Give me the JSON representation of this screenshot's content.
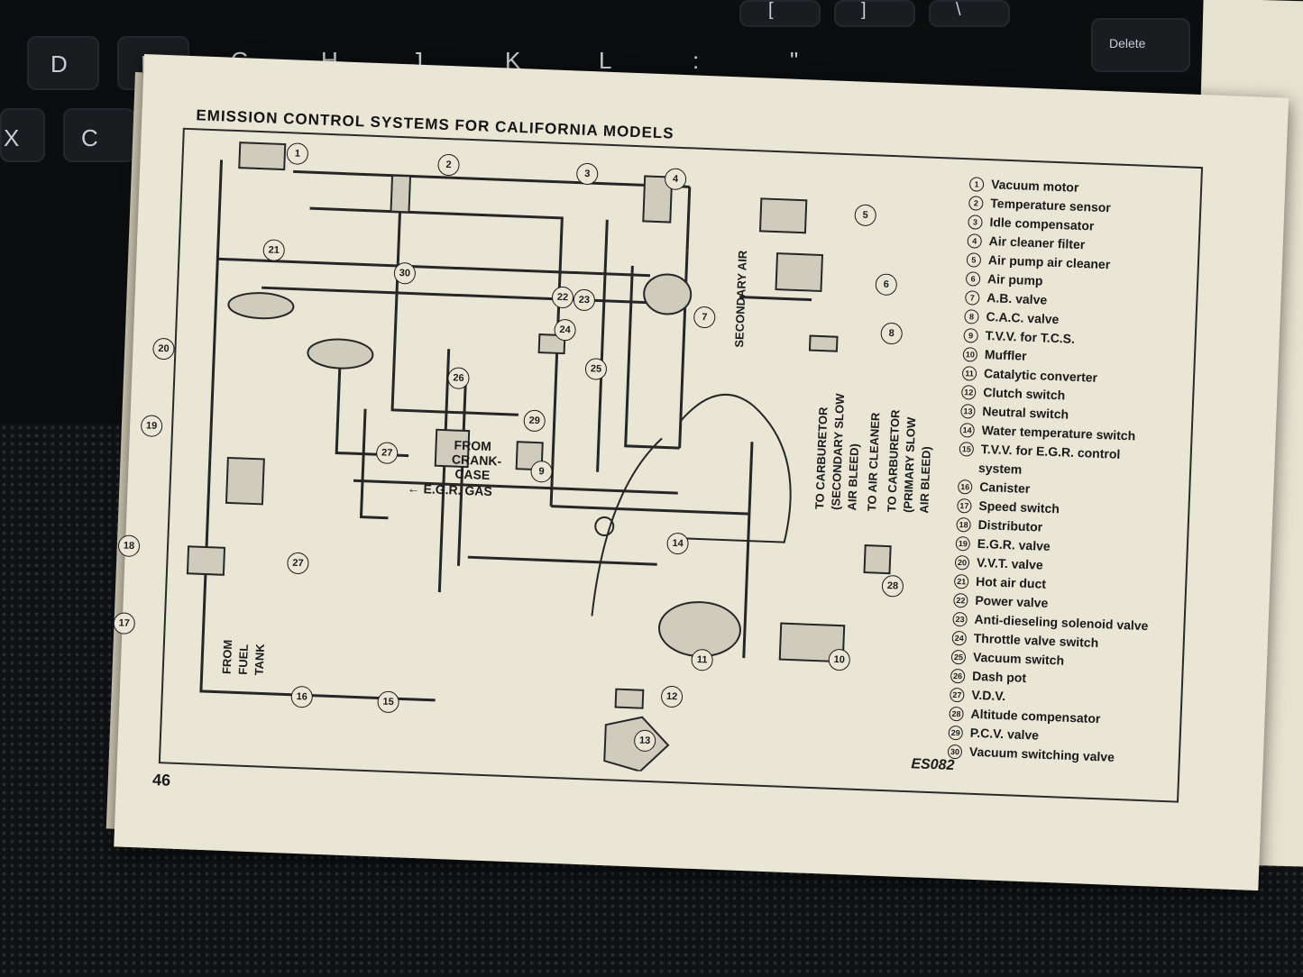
{
  "keyboard": {
    "keys": [
      "D",
      "F",
      "G",
      "H",
      "J",
      "K",
      "L",
      ":",
      "\"",
      "X",
      "C",
      "[",
      "]",
      "\\",
      "Delete"
    ]
  },
  "page": {
    "title": "EMISSION CONTROL SYSTEMS FOR CALIFORNIA MODELS",
    "page_number": "46",
    "figure_code": "ES082"
  },
  "legend": [
    {
      "num": "1",
      "text": "Vacuum motor"
    },
    {
      "num": "2",
      "text": "Temperature sensor"
    },
    {
      "num": "3",
      "text": "Idle compensator"
    },
    {
      "num": "4",
      "text": "Air cleaner filter"
    },
    {
      "num": "5",
      "text": "Air pump air cleaner"
    },
    {
      "num": "6",
      "text": "Air pump"
    },
    {
      "num": "7",
      "text": "A.B. valve"
    },
    {
      "num": "8",
      "text": "C.A.C. valve"
    },
    {
      "num": "9",
      "text": "T.V.V. for T.C.S."
    },
    {
      "num": "10",
      "text": "Muffler"
    },
    {
      "num": "11",
      "text": "Catalytic converter"
    },
    {
      "num": "12",
      "text": "Clutch switch"
    },
    {
      "num": "13",
      "text": "Neutral switch"
    },
    {
      "num": "14",
      "text": "Water temperature switch"
    },
    {
      "num": "15",
      "text": "T.V.V. for E.G.R. control"
    },
    {
      "num": "",
      "text": "system"
    },
    {
      "num": "16",
      "text": "Canister"
    },
    {
      "num": "17",
      "text": "Speed switch"
    },
    {
      "num": "18",
      "text": "Distributor"
    },
    {
      "num": "19",
      "text": "E.G.R. valve"
    },
    {
      "num": "20",
      "text": "V.V.T. valve"
    },
    {
      "num": "21",
      "text": "Hot air duct"
    },
    {
      "num": "22",
      "text": "Power valve"
    },
    {
      "num": "23",
      "text": "Anti-dieseling solenoid valve"
    },
    {
      "num": "24",
      "text": "Throttle valve switch"
    },
    {
      "num": "25",
      "text": "Vacuum switch"
    },
    {
      "num": "26",
      "text": "Dash pot"
    },
    {
      "num": "27",
      "text": "V.D.V."
    },
    {
      "num": "28",
      "text": "Altitude compensator"
    },
    {
      "num": "29",
      "text": "P.C.V. valve"
    },
    {
      "num": "30",
      "text": "Vacuum switching valve"
    }
  ],
  "diagram_labels": {
    "from_crankcase_1": "FROM",
    "from_crankcase_2": "CRANK-",
    "from_crankcase_3": "CASE",
    "egr_gas": "← E.G.R. GAS",
    "from_fuel_tank_1": "FROM",
    "from_fuel_tank_2": "FUEL",
    "from_fuel_tank_3": "TANK",
    "secondary_air": "SECONDARY AIR",
    "to_carb_secondary_1": "TO CARBURETOR",
    "to_carb_secondary_2": "(SECONDARY SLOW",
    "to_carb_secondary_3": "AIR BLEED)",
    "to_air_cleaner": "TO AIR CLEANER",
    "to_carb_primary_1": "TO CARBURETOR",
    "to_carb_primary_2": "(PRIMARY SLOW",
    "to_carb_primary_3": "AIR BLEED)"
  },
  "callouts": [
    "1",
    "2",
    "3",
    "4",
    "5",
    "6",
    "7",
    "8",
    "9",
    "10",
    "11",
    "12",
    "13",
    "14",
    "15",
    "16",
    "17",
    "18",
    "19",
    "20",
    "21",
    "22",
    "23",
    "24",
    "25",
    "26",
    "27",
    "28",
    "29",
    "30"
  ],
  "colors": {
    "paper": "#e9e6d6",
    "ink": "#1a1a1a",
    "keyboard": "#0c0d0f"
  }
}
